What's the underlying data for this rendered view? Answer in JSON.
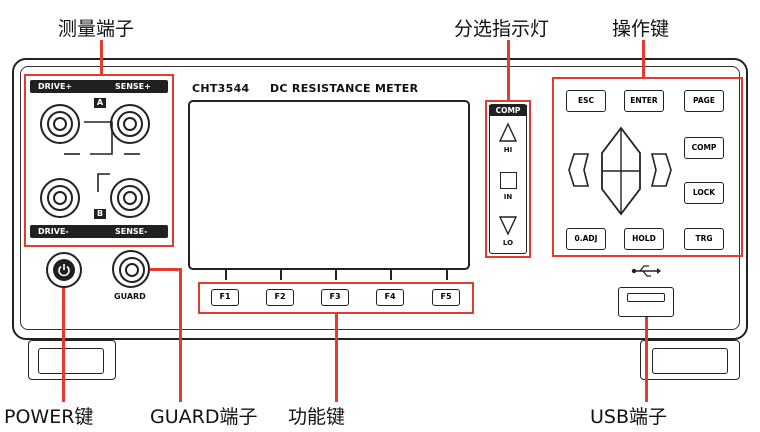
{
  "callouts": {
    "measure_terminals": "测量端子",
    "sorting_indicator": "分选指示灯",
    "operation_keys": "操作键",
    "power_key": "POWER键",
    "guard_terminal": "GUARD端子",
    "function_keys": "功能键",
    "usb_port": "USB端子"
  },
  "panel": {
    "model": "CHT3544",
    "product_name": "DC RESISTANCE METER"
  },
  "terminals": {
    "drive_plus": "DRIVE+",
    "sense_plus": "SENSE+",
    "drive_minus": "DRIVE-",
    "sense_minus": "SENSE-",
    "badge_a": "A",
    "badge_b": "B",
    "guard": "GUARD"
  },
  "comp": {
    "title": "COMP",
    "hi": "HI",
    "in": "IN",
    "lo": "LO"
  },
  "function_keys": [
    "F1",
    "F2",
    "F3",
    "F4",
    "F5"
  ],
  "keys": {
    "esc": "ESC",
    "enter": "ENTER",
    "page": "PAGE",
    "comp": "COMP",
    "lock": "LOCK",
    "zero_adj": "0.ADJ",
    "hold": "HOLD",
    "trg": "TRG"
  },
  "colors": {
    "highlight": "#e53a2f",
    "outline": "#222222"
  }
}
